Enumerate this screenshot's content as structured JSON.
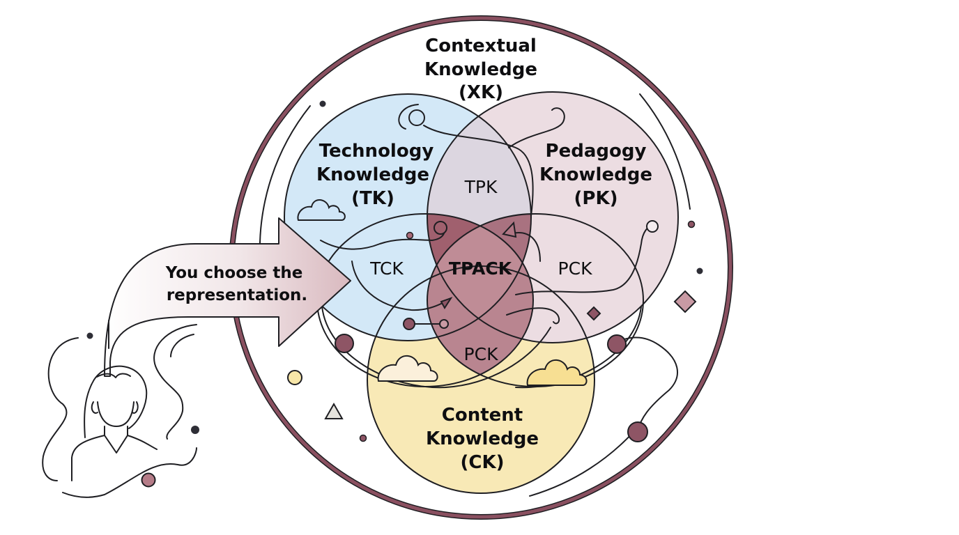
{
  "title": "TPACK model with Contextual Knowledge",
  "colors": {
    "outline": "#1e1e22",
    "outer_ring": "#8a5060",
    "technology": "#d3e8f7",
    "pedagogy": "#ecdde2",
    "content": "#f8e9b6",
    "tpk": "#dcd6e0",
    "overlap_dark": "#a0606e",
    "tpack": "#bf8c96",
    "lens_mid": "#b98590",
    "accent_dot": "#8e5565",
    "dark_dot": "#2e2e36",
    "yellow_dot": "#f7e6a8",
    "triangle": "#e4e2dc"
  },
  "diagram": {
    "context": {
      "line1": "Contextual",
      "line2": "Knowledge",
      "line3": "(XK)"
    },
    "technology": {
      "line1": "Technology",
      "line2": "Knowledge",
      "line3": "(TK)"
    },
    "pedagogy": {
      "line1": "Pedagogy",
      "line2": "Knowledge",
      "line3": "(PK)"
    },
    "content": {
      "line1": "Content",
      "line2": "Knowledge",
      "line3": "(CK)"
    },
    "intersections": {
      "tpk": "TPK",
      "tck": "TCK",
      "pck_right": "PCK",
      "pck_bottom": "PCK",
      "tpack": "TPACK"
    }
  },
  "callout": {
    "line1": "You choose the",
    "line2": "representation."
  },
  "icons": {
    "person": "teacher-avatar-icon",
    "clouds": [
      "cloud-icon",
      "cloud-icon",
      "cloud-icon"
    ]
  }
}
